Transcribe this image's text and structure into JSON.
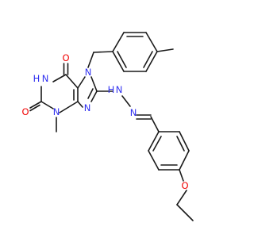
{
  "molecule": {
    "atom_labels": {
      "o_c6": "O",
      "n1_h": "H",
      "n1": "N",
      "o_c2": "O",
      "n3": "N",
      "n7": "N",
      "n9": "N",
      "hydrazone_nh_h": "H",
      "hydrazone_nh": "N",
      "hydrazone_n": "N",
      "ether_o": "O"
    },
    "colors": {
      "bond": "#1a1a1a",
      "nitrogen": "#3030f0",
      "oxygen": "#f00000",
      "background": "#ffffff"
    }
  }
}
